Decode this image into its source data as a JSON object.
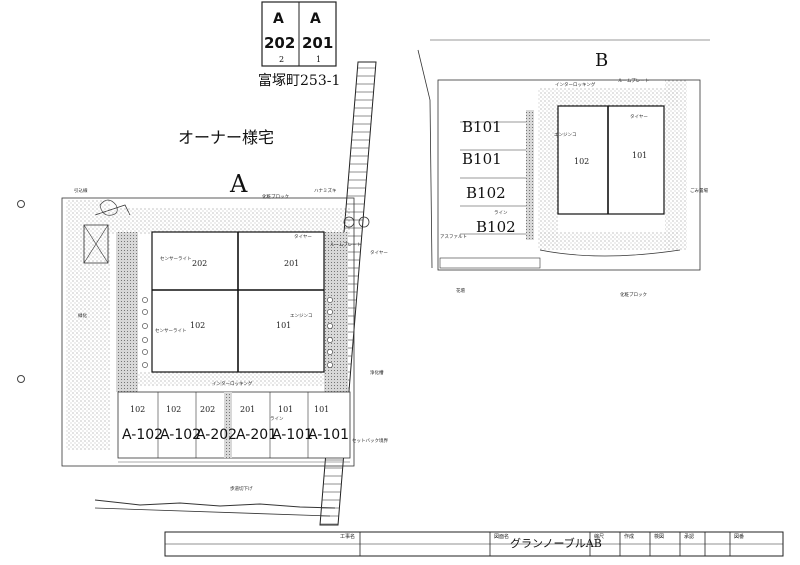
{
  "header_box": {
    "col1": {
      "top": "A",
      "num": "202",
      "sub": "2"
    },
    "col2": {
      "top": "A",
      "num": "201",
      "sub": "1"
    }
  },
  "address_note": "富塚町253-1",
  "owner_house": "オーナー様宅",
  "building_a": {
    "label": "A",
    "units": [
      {
        "room": "202",
        "hand": "202"
      },
      {
        "room": "201",
        "hand": "201"
      },
      {
        "room": "102",
        "hand": "102"
      },
      {
        "room": "101",
        "hand": "101"
      }
    ],
    "parking": [
      {
        "num": "102",
        "label": "A-102"
      },
      {
        "num": "102",
        "label": "A-102"
      },
      {
        "num": "202",
        "label": "A-202"
      },
      {
        "num": "201",
        "label": "A-201"
      },
      {
        "num": "101",
        "label": "A-101"
      },
      {
        "num": "101",
        "label": "A-101"
      }
    ]
  },
  "building_b": {
    "label": "B",
    "units": [
      {
        "room": "102"
      },
      {
        "room": "101"
      }
    ],
    "parking": [
      {
        "label": "B101"
      },
      {
        "label": "B101"
      },
      {
        "label": "B102"
      },
      {
        "label": "B102"
      }
    ]
  },
  "plan_notes": [
    "インターロッキング",
    "ルームプレート",
    "エンジンコ",
    "センサーライト",
    "タイヤー",
    "アスファルト",
    "ライン",
    "セットバック境界",
    "化粧ブロック",
    "ハナミズキ",
    "引込線",
    "浄化槽",
    "ごみ置場",
    "緑化",
    "歩道切下げ",
    "花壇"
  ],
  "title_block": {
    "labels": [
      "工事名",
      "図面名",
      "縮尺",
      "作成",
      "検図",
      "承認",
      "図番"
    ],
    "drawing_title": "グランノーブルAB"
  }
}
